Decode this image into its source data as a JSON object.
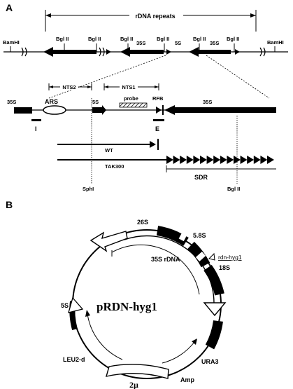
{
  "panel_a": {
    "label": "A",
    "rdna_repeats": "rDNA repeats",
    "bamhi_left": "BamHI",
    "bamhi_right": "BamHI",
    "bglii": "Bgl II",
    "s35": "35S",
    "s5": "5S",
    "nts2": "NTS2",
    "nts1": "NTS1",
    "ars": "ARS",
    "probe": "probe",
    "rfb": "RFB",
    "marker_i": "I",
    "marker_e": "E",
    "wt": "WT",
    "tak300": "TAK300",
    "sphi": "SphI",
    "sdr": "SDR",
    "bglii_bottom": "Bgl II"
  },
  "panel_b": {
    "label": "B",
    "s26": "26S",
    "s58": "5.8S",
    "s35_rdna": "35S rDNA",
    "rdn_hyg1": "rdn-hyg1",
    "s18": "18S",
    "plasmid_name": "pRDN-hyg1",
    "s5": "5S",
    "leu2d": "LEU2-d",
    "ura3": "URA3",
    "amp": "Amp",
    "two_micron": "2µ"
  }
}
